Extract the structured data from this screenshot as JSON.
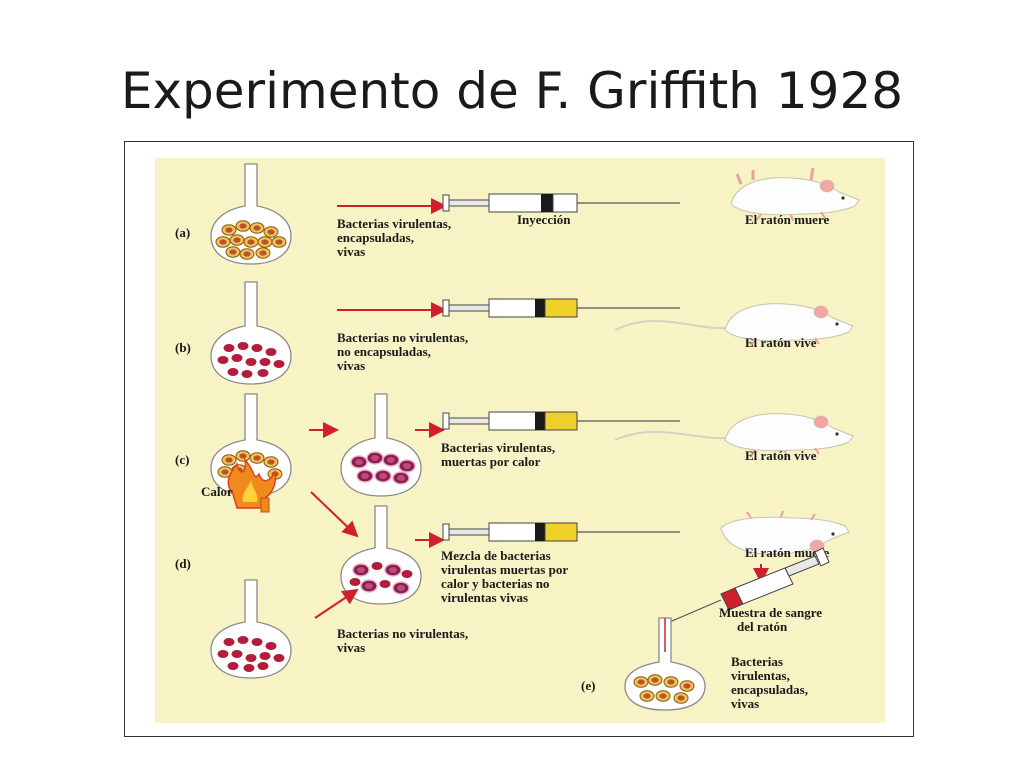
{
  "title": "Experimento de F. Griffith 1928",
  "colors": {
    "panel_bg": "#f7f3c4",
    "arrow": "#d0202e",
    "virulent_capsule": "#e9a53a",
    "nonvirulent_cell": "#b41c3c",
    "dead_cell": "#8b1e4e",
    "plunger_yellow": "#f0d02a",
    "blood": "#d0202e"
  },
  "rows": {
    "a": {
      "label": "(a)",
      "bacteria": [
        "Bacterias virulentas,",
        "encapsuladas,",
        "vivas"
      ],
      "injection": "Inyección",
      "result": "El ratón muere"
    },
    "b": {
      "label": "(b)",
      "bacteria": [
        "Bacterias no virulentas,",
        "no encapsuladas,",
        "vivas"
      ],
      "result": "El ratón vive"
    },
    "c": {
      "label": "(c)",
      "bacteria": [
        "Bacterias virulentas,",
        "muertas por  calor"
      ],
      "heat": "Calor",
      "result": "El ratón vive"
    },
    "d": {
      "label": "(d)",
      "mixture": [
        "Mezcla de bacterias",
        "virulentas muertas  por",
        "calor y bacterias no",
        "virulentas vivas"
      ],
      "nonvirulent": [
        "Bacterias no virulentas,",
        "vivas"
      ],
      "result": "El ratón muere",
      "blood_sample": [
        "Muestra de sangre",
        "del ratón"
      ]
    },
    "e": {
      "label": "(e)",
      "bacteria": [
        "Bacterias",
        "virulentas,",
        "encapsuladas,",
        "vivas"
      ]
    }
  }
}
